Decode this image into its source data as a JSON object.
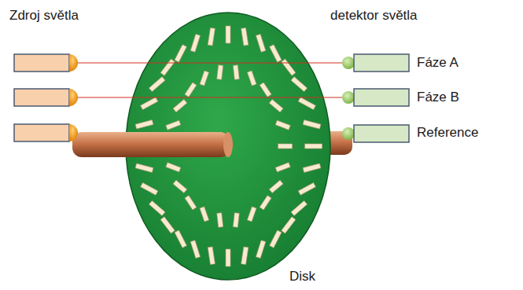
{
  "diagram": {
    "labels": [
      "Zdroj světla",
      "detektor světla",
      "Fáze A",
      "Fáze B",
      "Reference",
      "Disk"
    ]
  }
}
